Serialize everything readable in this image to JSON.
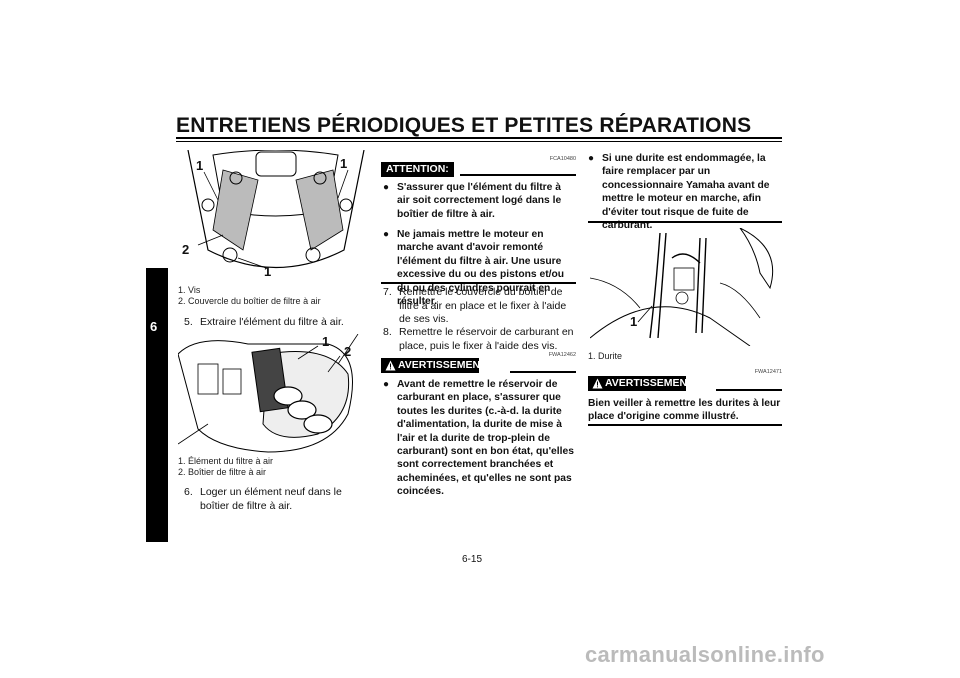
{
  "header": {
    "title": "ENTRETIENS PÉRIODIQUES ET PETITES RÉPARATIONS",
    "chapter_tab": "6"
  },
  "figure1": {
    "callouts": [
      "1",
      "1",
      "2",
      "1"
    ],
    "captions": [
      "1. Vis",
      "2. Couvercle du boîtier de filtre à air"
    ]
  },
  "step5": {
    "num": "5.",
    "text": "Extraire l'élément du filtre à air."
  },
  "figure2": {
    "callouts": [
      "1",
      "2"
    ],
    "captions": [
      "1. Élément du filtre à air",
      "2. Boîtier de filtre à air"
    ]
  },
  "step6": {
    "num": "6.",
    "text": "Loger un élément neuf dans le boîtier de filtre à air."
  },
  "attention": {
    "label": "ATTENTION:",
    "code": "FCA10480",
    "bullets": [
      "S'assurer que l'élément du filtre à air soit correctement logé dans le boîtier de filtre à air.",
      "Ne jamais mettre le moteur en marche avant d'avoir remonté l'élément du filtre à air. Une usure excessive du ou des pistons et/ou du ou des cylindres pourrait en résulter."
    ]
  },
  "step7": {
    "num": "7.",
    "text": "Remettre le couvercle du boîtier de filtre à air en place et le fixer à l'aide de ses vis."
  },
  "step8": {
    "num": "8.",
    "text": "Remettre le réservoir de carburant en place, puis le fixer à l'aide des vis."
  },
  "warning1": {
    "label": "AVERTISSEMENT",
    "code": "FWA12462",
    "bullet": "Avant de remettre le réservoir de carburant en place, s'assurer que toutes les durites (c.-à-d. la durite d'alimentation, la durite de mise à l'air et la durite de trop-plein de carburant) sont en bon état, qu'elles sont correctement branchées et acheminées, et qu'elles ne sont pas coincées."
  },
  "right_bullet": "Si une durite est endommagée, la faire remplacer par un concessionnaire Yamaha avant de mettre le moteur en marche, afin d'éviter tout risque de fuite de carburant.",
  "figure3": {
    "callouts": [
      "1"
    ],
    "captions": [
      "1. Durite"
    ]
  },
  "warning2": {
    "label": "AVERTISSEMENT",
    "code": "FWA12471",
    "text": "Bien veiller à remettre les durites à leur place d'origine comme illustré."
  },
  "footer": {
    "page_number": "6-15",
    "watermark": "carmanualsonline.info"
  }
}
